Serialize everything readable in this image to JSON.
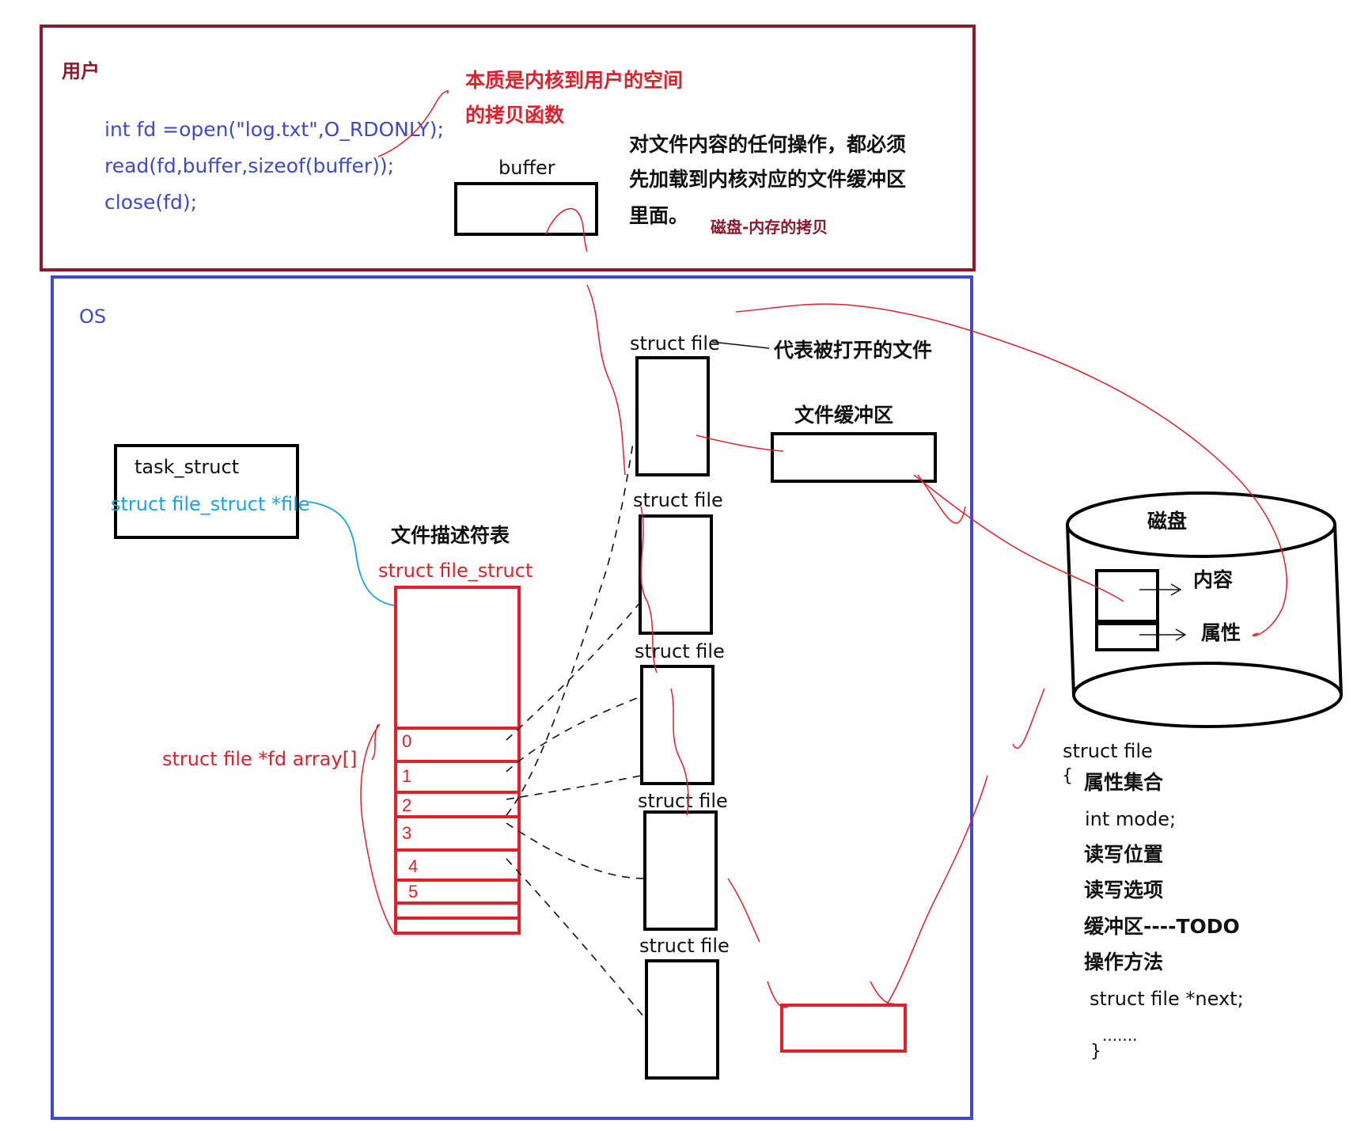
{
  "user": {
    "title": "用户",
    "code": [
      "int fd =open(\"log.txt\",O_RDONLY);",
      "read(fd,buffer,sizeof(buffer));",
      "close(fd);"
    ],
    "buffer_label": "buffer",
    "copy_note": [
      "本质是内核到用户的空间",
      "的拷贝函数"
    ],
    "file_op_note": [
      "对文件内容的任何操作，都必须",
      "先加载到内核对应的文件缓冲区",
      "里面。"
    ],
    "disk_memory_copy": "磁盘-内存的拷贝"
  },
  "os": {
    "title": "OS",
    "task_struct": {
      "name": "task_struct",
      "field": "struct file_struct *file"
    },
    "fd_table": {
      "title": "文件描述符表",
      "struct_name": "struct file_struct",
      "array_label": "struct file *fd array[]",
      "indices": [
        "0",
        "1",
        "2",
        "3",
        "4",
        "5"
      ]
    },
    "struct_file_label": "struct file",
    "struct_file_labels": [
      "struct file",
      "struct file",
      "struct file",
      "struct file",
      "struct file"
    ],
    "opened_file_note": "代表被打开的文件",
    "file_buffer_label": "文件缓冲区"
  },
  "disk": {
    "title": "磁盘",
    "content": "内容",
    "attributes": "属性"
  },
  "struct_def": {
    "lines": [
      "struct file",
      "{",
      "属性集合",
      "int mode;",
      "读写位置",
      "读写选项",
      "缓冲区----TODO",
      "操作方法",
      "struct file *next;",
      ".......",
      "}"
    ]
  },
  "colors": {
    "user_frame": "#8b1a2c",
    "os_frame": "#3f48cc",
    "highlight_red": "#e0202a",
    "code_blue": "#3f48cc",
    "pointer_cyan": "#1aa3e0"
  }
}
